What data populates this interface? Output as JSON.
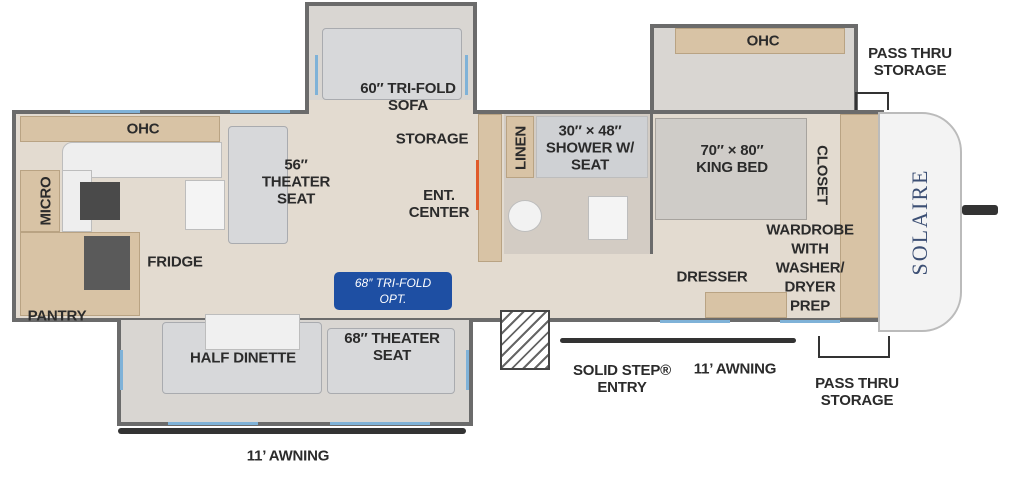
{
  "labels": {
    "ohc_kitchen": "OHC",
    "micro": "MICRO",
    "theater_56": [
      "56″",
      "THEATER",
      "SEAT"
    ],
    "fridge": "FRIDGE",
    "pantry": "PANTRY",
    "sofa_60": [
      "60″ TRI-FOLD",
      "SOFA"
    ],
    "storage": "STORAGE",
    "ent_center": [
      "ENT.",
      "CENTER"
    ],
    "linen": "LINEN",
    "shower": [
      "30″ × 48″",
      "SHOWER W/",
      "SEAT"
    ],
    "ohc_bedroom": "OHC",
    "pass_thru_top": [
      "PASS THRU",
      "STORAGE"
    ],
    "king_bed": [
      "70″ × 80″",
      "KING BED"
    ],
    "closet": "CLOSET",
    "wardrobe": [
      "WARDROBE",
      "WITH",
      "WASHER/",
      "DRYER",
      "PREP"
    ],
    "dresser": "DRESSER",
    "trifold_opt": [
      "68″ TRI-FOLD",
      "OPT."
    ],
    "theater_68": [
      "68″ THEATER",
      "SEAT"
    ],
    "half_dinette": "HALF DINETTE",
    "solid_step": [
      "SOLID STEP®",
      "ENTRY"
    ],
    "awning_side": "11’ AWNING",
    "pass_thru_bottom": [
      "PASS THRU",
      "STORAGE"
    ],
    "awning_bottom": "11’ AWNING"
  },
  "brand": "SOLAIRE",
  "colors": {
    "badge": "#1e4fa3",
    "window": "#7fb2d8",
    "wall": "#6b6b6b",
    "cabinet": "#d8c3a5"
  }
}
